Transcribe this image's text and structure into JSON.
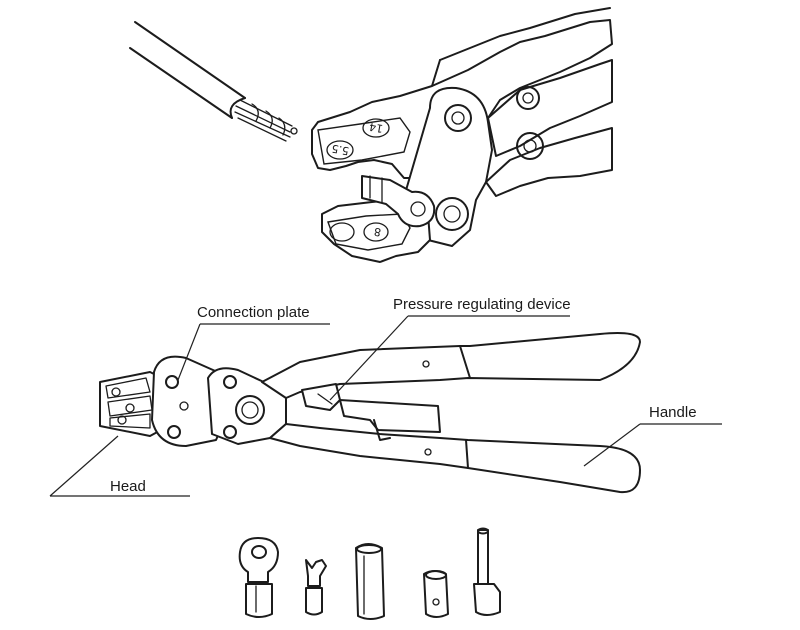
{
  "labels": {
    "connection_plate": "Connection plate",
    "pressure_regulating_device": "Pressure regulating device",
    "handle": "Handle",
    "head": "Head"
  },
  "die_marks": {
    "upper_a": "14",
    "upper_b": "5.5",
    "lower_a": "8"
  },
  "icons": [
    "ring-terminal-icon",
    "spade-terminal-icon",
    "butt-connector-icon",
    "short-sleeve-connector-icon",
    "pin-terminal-icon"
  ]
}
